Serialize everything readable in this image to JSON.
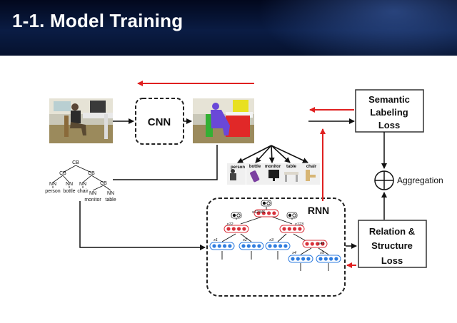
{
  "slide": {
    "title": "1-1. Model Training"
  },
  "diagram": {
    "cnn_label": "CNN",
    "rnn_label": "RNN",
    "semantic_loss": [
      "Semantic",
      "Labeling",
      "Loss"
    ],
    "relation_loss": [
      "Relation &",
      "Structure",
      "Loss"
    ],
    "aggregation_label": "Aggregation",
    "tree": {
      "root": "CB",
      "inner": [
        "CB",
        "CB",
        "CB"
      ],
      "nn": [
        "NN",
        "NN",
        "NN",
        "NN",
        "NN"
      ],
      "leaves": [
        "person",
        "bottle",
        "chair",
        "monitor",
        "table"
      ]
    },
    "objects": [
      "person",
      "bottle",
      "monitor",
      "table",
      "chair"
    ],
    "rnn_node_labels": [
      "x1",
      "x2",
      "x3",
      "x4",
      "x5",
      "x12",
      "x45",
      "x123",
      "x12345"
    ],
    "colors": {
      "forward_arrow": "#111111",
      "backward_arrow": "#e02020",
      "leaf_node": "#2f7de0",
      "merge_node": "#d9303a"
    }
  }
}
